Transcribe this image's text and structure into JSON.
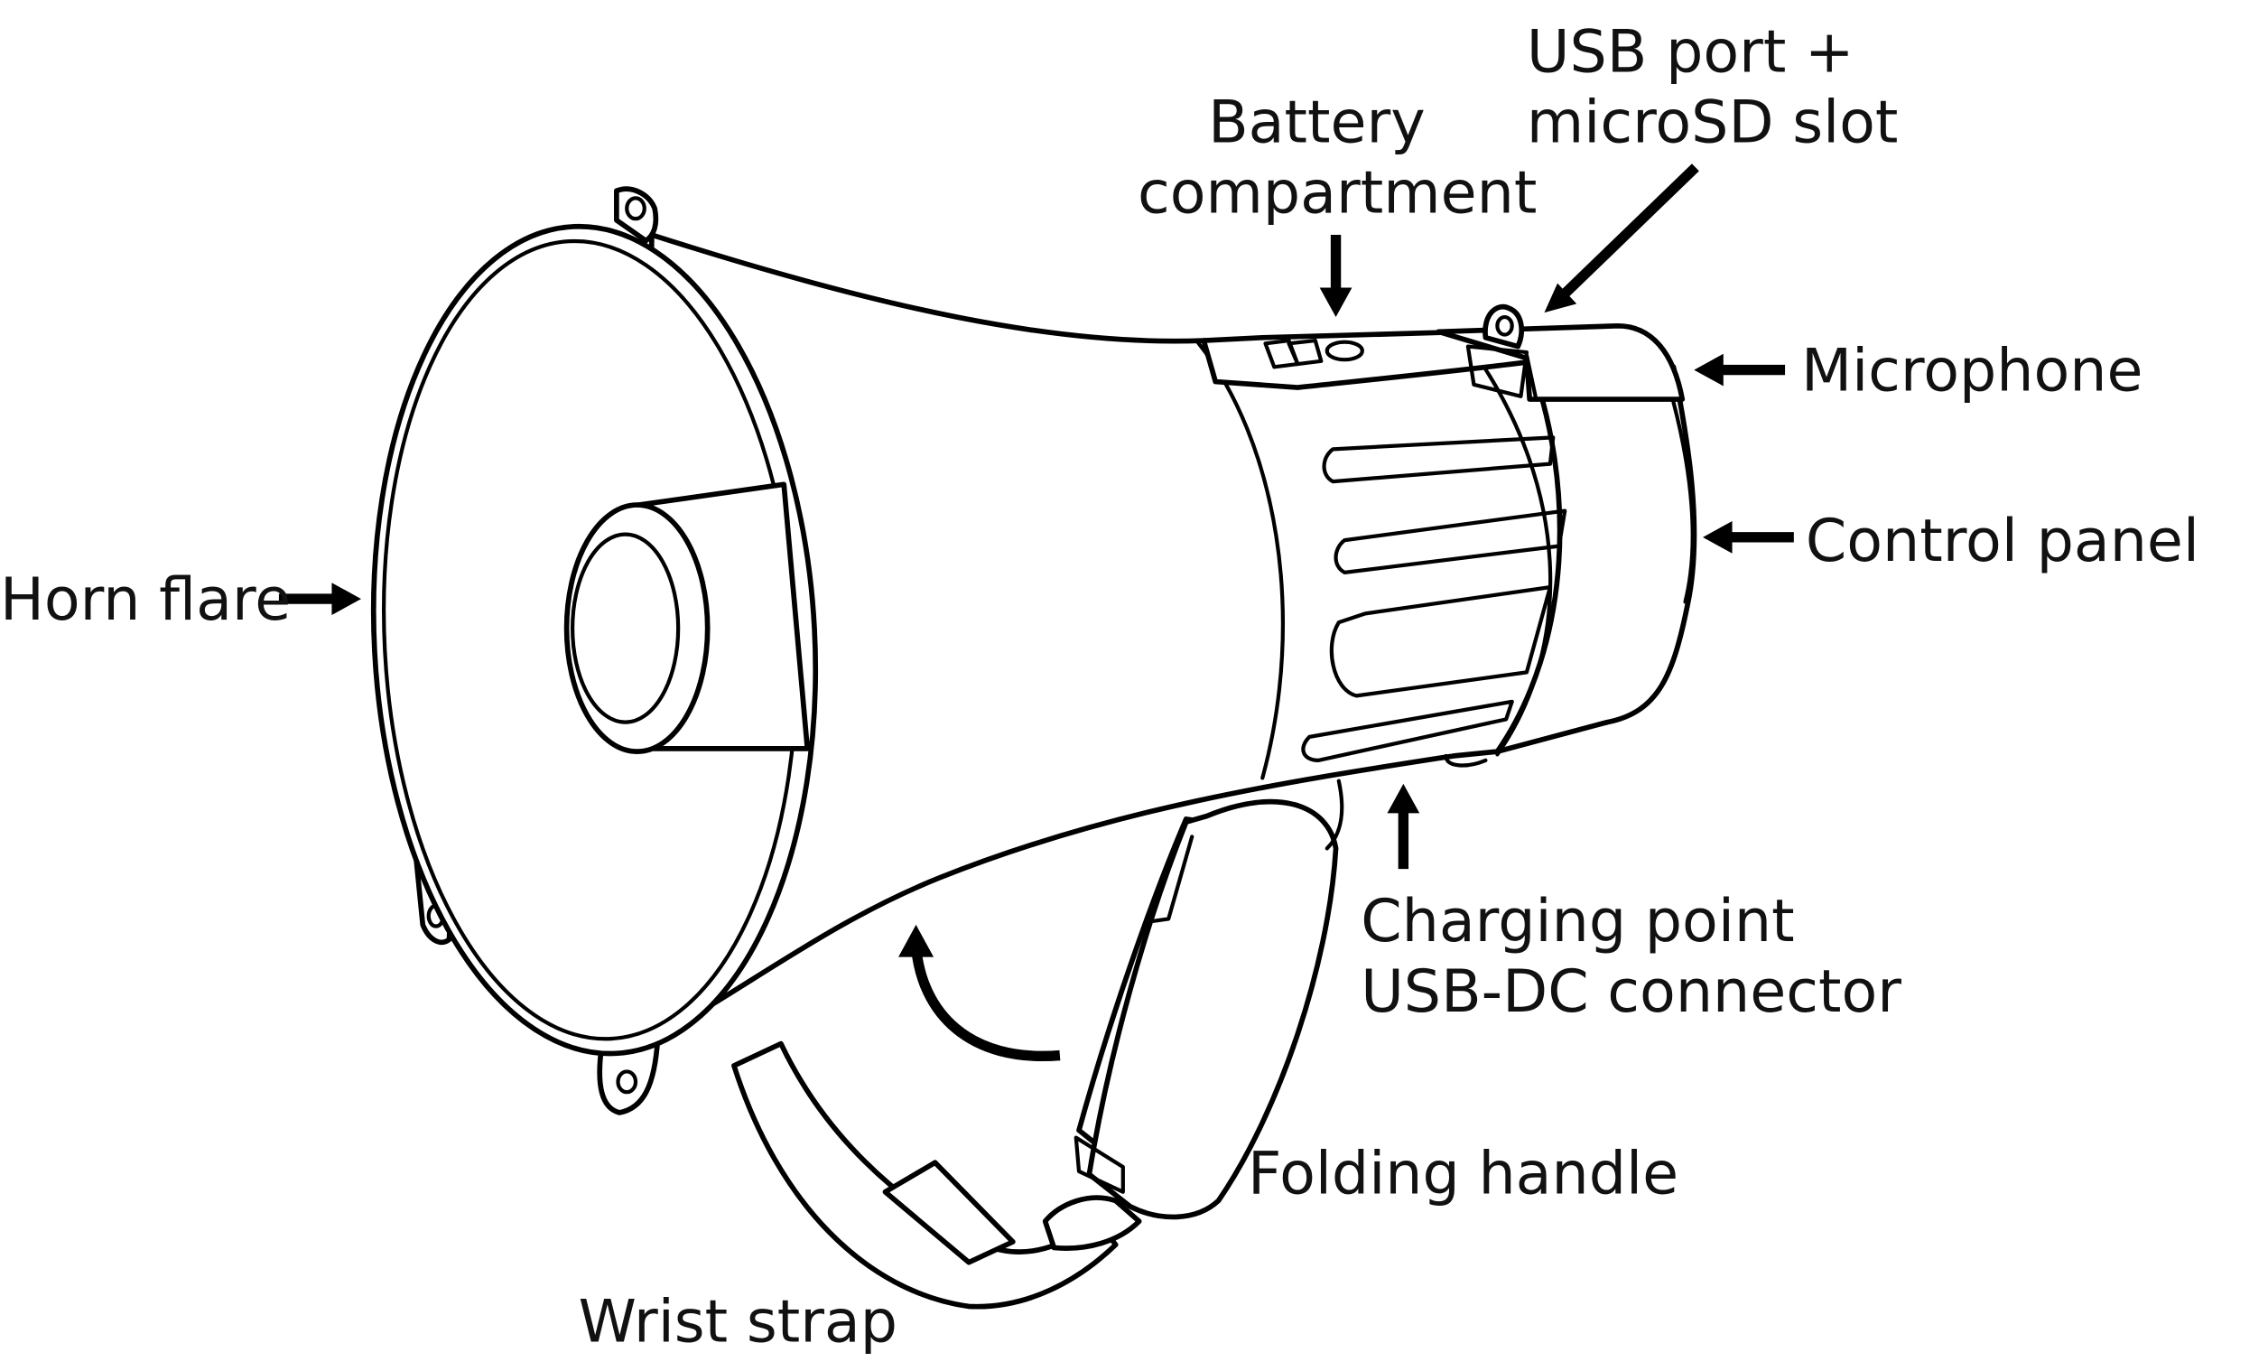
{
  "labels": {
    "horn_flare": "Horn flare",
    "battery_compartment_1": "Battery",
    "battery_compartment_2": "compartment",
    "usb_port_1": "USB port +",
    "usb_port_2": "microSD slot",
    "microphone": "Microphone",
    "control_panel": "Control panel",
    "charging_point_1": "Charging point",
    "charging_point_2": "USB-DC connector",
    "folding_handle": "Folding handle",
    "wrist_strap": "Wrist strap"
  }
}
